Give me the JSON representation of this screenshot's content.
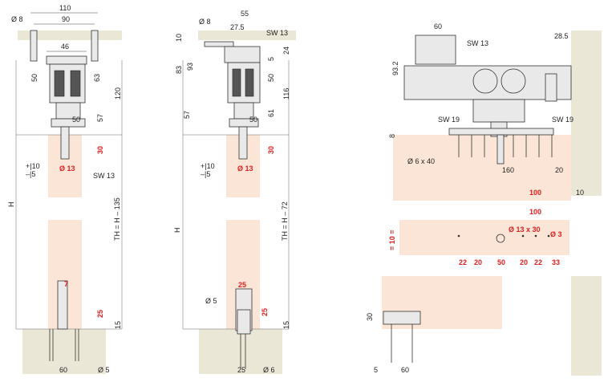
{
  "colors": {
    "panel": "#fbe5d6",
    "wall": "#ebe7d6",
    "accent": "#e02020",
    "line": "#333333"
  },
  "view1": {
    "d110": "110",
    "d90": "90",
    "d8": "Ø 8",
    "d46": "46",
    "d50a": "50",
    "d63": "63",
    "d120": "120",
    "d50b": "50",
    "d57": "57",
    "d30": "30",
    "tol": "+|10\n–|5",
    "tol_plus": "+|10",
    "tol_minus": "–|5",
    "d13": "Ø 13",
    "sw13": "SW 13",
    "H": "H",
    "TH": "TH = H – 135",
    "d7": "7",
    "d25": "25",
    "d15": "15",
    "d60": "60",
    "d5": "Ø 5"
  },
  "view2": {
    "d55": "55",
    "d8": "Ø 8",
    "d27": "27.5",
    "sw13": "SW 13",
    "d10": "10",
    "d83": "83",
    "d93": "93",
    "d24": "24",
    "d5": "5",
    "d50": "50",
    "d116": "116",
    "d57": "57",
    "d61": "61",
    "d50b": "50",
    "d30": "30",
    "tol_plus": "+|10",
    "tol_minus": "–|5",
    "d13": "Ø 13",
    "H": "H",
    "TH": "TH = H – 72",
    "d25": "25",
    "phi5": "Ø 5",
    "d25b": "25",
    "d15": "15",
    "d25c": "25",
    "phi6": "Ø 6"
  },
  "view3": {
    "d60": "60",
    "sw13": "SW 13",
    "d93": "93.2",
    "d28": "28.5",
    "sw19a": "SW 19",
    "sw19b": "SW 19",
    "d8": "8",
    "screw": "Ø 6 x 40",
    "d160": "160",
    "d20": "20",
    "d100": "100",
    "d10": "10"
  },
  "view4": {
    "d100": "100",
    "hole": "Ø 13 x 30",
    "phi3": "Ø 3",
    "d10": "= 10 =",
    "bottom": [
      "22",
      "20",
      "50",
      "20",
      "22",
      "33"
    ]
  },
  "view5": {
    "d30": "30",
    "d5": "5",
    "d60": "60"
  }
}
